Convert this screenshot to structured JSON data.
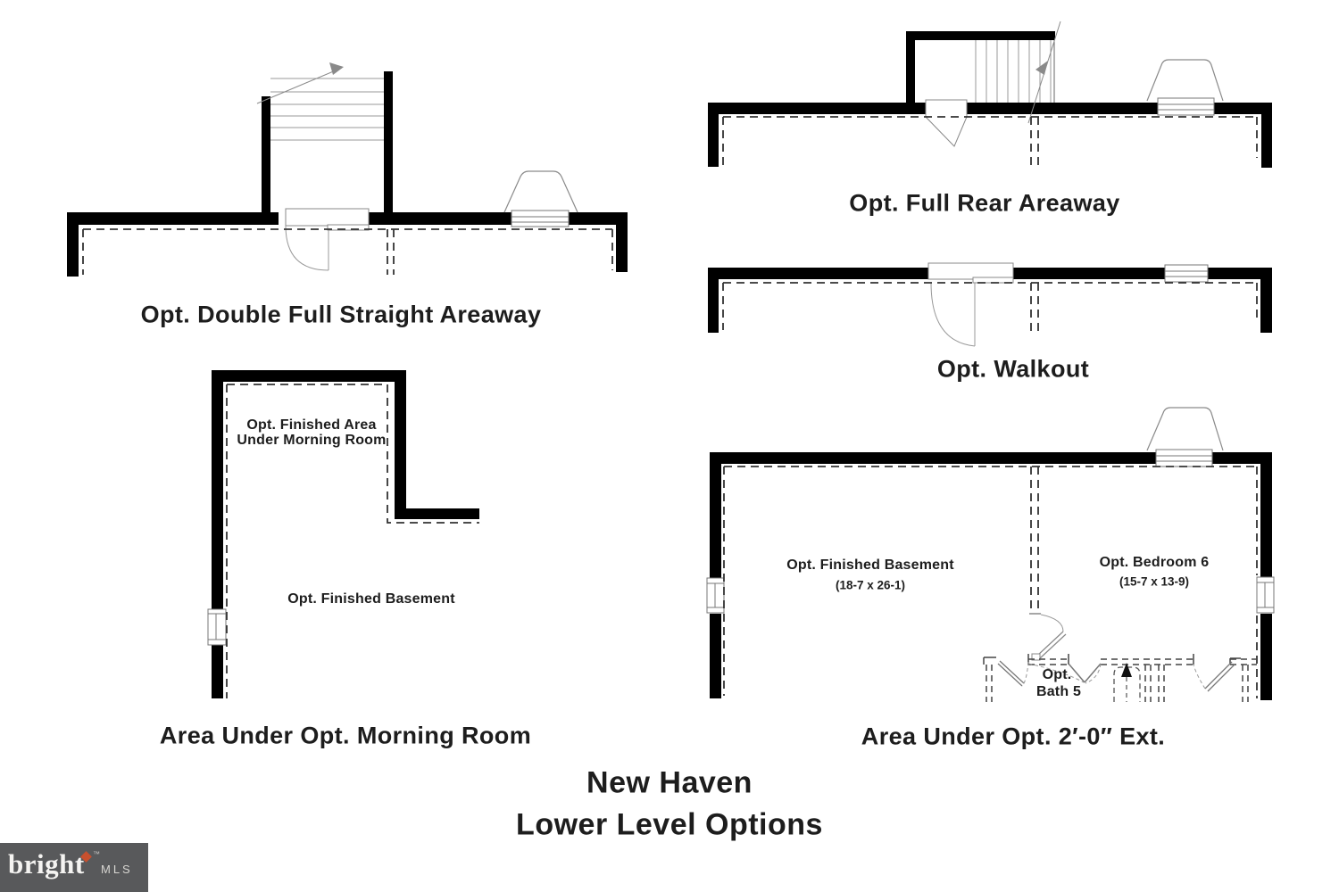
{
  "titles": {
    "line1": "New Haven",
    "line2": "Lower Level Options"
  },
  "plans": {
    "double_full_straight_areaway": {
      "label": "Opt. Double Full Straight Areaway"
    },
    "full_rear_areaway": {
      "label": "Opt. Full Rear Areaway"
    },
    "walkout": {
      "label": "Opt. Walkout"
    },
    "area_under_morning_room": {
      "label": "Area Under Opt. Morning Room",
      "finished_area_line1": "Opt. Finished Area",
      "finished_area_line2": "Under Morning Room",
      "finished_basement": "Opt. Finished Basement"
    },
    "area_under_ext": {
      "label": "Area Under Opt. 2′-0″ Ext.",
      "finished_basement_name": "Opt. Finished Basement",
      "finished_basement_dims": "(18-7 x 26-1)",
      "bedroom_name": "Opt. Bedroom 6",
      "bedroom_dims": "(15-7 x 13-9)",
      "bath_line1": "Opt.",
      "bath_line2": "Bath 5"
    }
  },
  "logo": {
    "brand": "bright",
    "tm": "™",
    "suffix": "MLS",
    "bg": "#58595b",
    "diamond": "#c8502e"
  },
  "colors": {
    "wall": "#000000",
    "dashed": "#333333",
    "light_line": "#999999",
    "text": "#1d1d1d"
  }
}
